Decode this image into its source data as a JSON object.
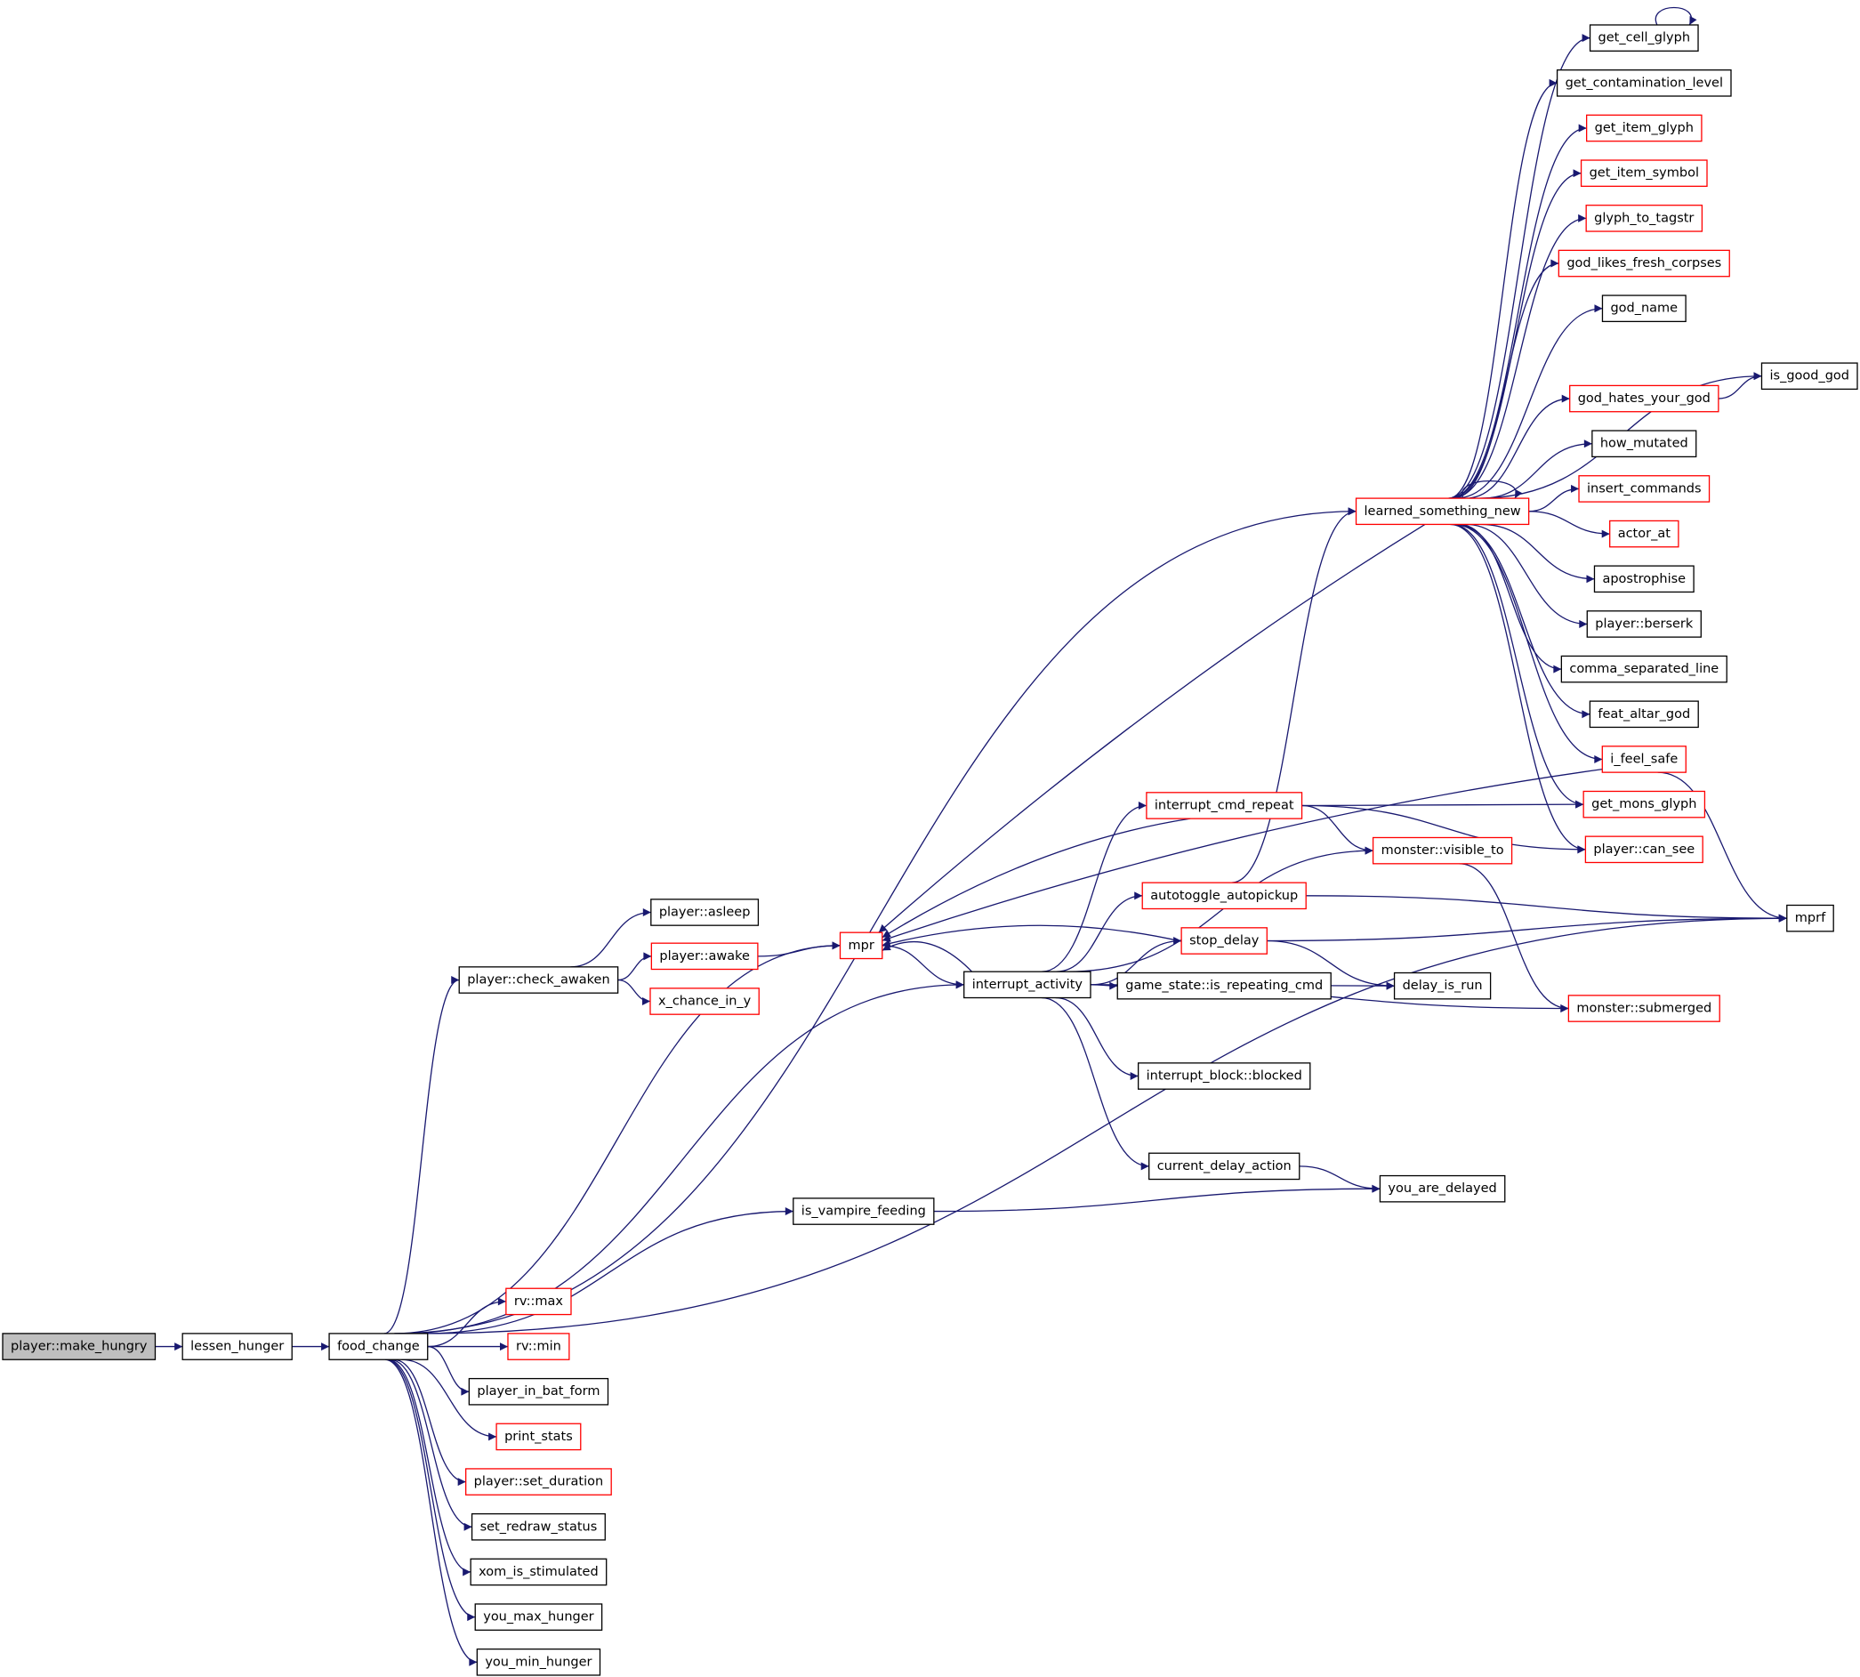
{
  "colors": {
    "edge": "#191970",
    "border_linked": "#000000",
    "border_external": "#ff0000",
    "root_fill": "#bfbfbf",
    "background": "#ffffff"
  },
  "nodes": [
    {
      "id": "make_hungry",
      "label": "player::make_hungry",
      "style": "root"
    },
    {
      "id": "lessen_hunger",
      "label": "lessen_hunger",
      "style": "black"
    },
    {
      "id": "food_change",
      "label": "food_change",
      "style": "black"
    },
    {
      "id": "check_awaken",
      "label": "player::check_awaken",
      "style": "black"
    },
    {
      "id": "asleep",
      "label": "player::asleep",
      "style": "black"
    },
    {
      "id": "awake",
      "label": "player::awake",
      "style": "red"
    },
    {
      "id": "x_chance_in_y",
      "label": "x_chance_in_y",
      "style": "red"
    },
    {
      "id": "mpr",
      "label": "mpr",
      "style": "red"
    },
    {
      "id": "interrupt_activity",
      "label": "interrupt_activity",
      "style": "black"
    },
    {
      "id": "is_vampire_feeding",
      "label": "is_vampire_feeding",
      "style": "black"
    },
    {
      "id": "rv_max",
      "label": "rv::max",
      "style": "red"
    },
    {
      "id": "rv_min",
      "label": "rv::min",
      "style": "red"
    },
    {
      "id": "player_in_bat_form",
      "label": "player_in_bat_form",
      "style": "black"
    },
    {
      "id": "print_stats",
      "label": "print_stats",
      "style": "red"
    },
    {
      "id": "set_duration",
      "label": "player::set_duration",
      "style": "red"
    },
    {
      "id": "set_redraw_status",
      "label": "set_redraw_status",
      "style": "black"
    },
    {
      "id": "xom_is_stimulated",
      "label": "xom_is_stimulated",
      "style": "black"
    },
    {
      "id": "you_max_hunger",
      "label": "you_max_hunger",
      "style": "black"
    },
    {
      "id": "you_min_hunger",
      "label": "you_min_hunger",
      "style": "black"
    },
    {
      "id": "learned_something_new",
      "label": "learned_something_new",
      "style": "red"
    },
    {
      "id": "interrupt_cmd_repeat",
      "label": "interrupt_cmd_repeat",
      "style": "red"
    },
    {
      "id": "autotoggle_autopickup",
      "label": "autotoggle_autopickup",
      "style": "red"
    },
    {
      "id": "stop_delay",
      "label": "stop_delay",
      "style": "red"
    },
    {
      "id": "is_repeating_cmd",
      "label": "game_state::is_repeating_cmd",
      "style": "black"
    },
    {
      "id": "blocked",
      "label": "interrupt_block::blocked",
      "style": "black"
    },
    {
      "id": "current_delay_action",
      "label": "current_delay_action",
      "style": "black"
    },
    {
      "id": "monster_visible_to",
      "label": "monster::visible_to",
      "style": "red"
    },
    {
      "id": "delay_is_run",
      "label": "delay_is_run",
      "style": "black"
    },
    {
      "id": "you_are_delayed",
      "label": "you_are_delayed",
      "style": "black"
    },
    {
      "id": "get_cell_glyph",
      "label": "get_cell_glyph",
      "style": "black"
    },
    {
      "id": "get_contamination_level",
      "label": "get_contamination_level",
      "style": "black"
    },
    {
      "id": "get_item_glyph",
      "label": "get_item_glyph",
      "style": "red"
    },
    {
      "id": "get_item_symbol",
      "label": "get_item_symbol",
      "style": "red"
    },
    {
      "id": "glyph_to_tagstr",
      "label": "glyph_to_tagstr",
      "style": "red"
    },
    {
      "id": "god_likes_fresh_corpses",
      "label": "god_likes_fresh_corpses",
      "style": "red"
    },
    {
      "id": "god_name",
      "label": "god_name",
      "style": "black"
    },
    {
      "id": "god_hates_your_god",
      "label": "god_hates_your_god",
      "style": "red"
    },
    {
      "id": "is_good_god",
      "label": "is_good_god",
      "style": "black"
    },
    {
      "id": "how_mutated",
      "label": "how_mutated",
      "style": "black"
    },
    {
      "id": "insert_commands",
      "label": "insert_commands",
      "style": "red"
    },
    {
      "id": "actor_at",
      "label": "actor_at",
      "style": "red"
    },
    {
      "id": "apostrophise",
      "label": "apostrophise",
      "style": "black"
    },
    {
      "id": "berserk",
      "label": "player::berserk",
      "style": "black"
    },
    {
      "id": "comma_separated_line",
      "label": "comma_separated_line",
      "style": "black"
    },
    {
      "id": "feat_altar_god",
      "label": "feat_altar_god",
      "style": "black"
    },
    {
      "id": "i_feel_safe",
      "label": "i_feel_safe",
      "style": "red"
    },
    {
      "id": "get_mons_glyph",
      "label": "get_mons_glyph",
      "style": "red"
    },
    {
      "id": "player_can_see",
      "label": "player::can_see",
      "style": "red"
    },
    {
      "id": "mprf",
      "label": "mprf",
      "style": "black"
    },
    {
      "id": "monster_submerged",
      "label": "monster::submerged",
      "style": "red"
    }
  ],
  "edges": [
    [
      "make_hungry",
      "lessen_hunger"
    ],
    [
      "lessen_hunger",
      "food_change"
    ],
    [
      "food_change",
      "check_awaken"
    ],
    [
      "food_change",
      "mpr"
    ],
    [
      "food_change",
      "interrupt_activity"
    ],
    [
      "food_change",
      "is_vampire_feeding"
    ],
    [
      "food_change",
      "learned_something_new"
    ],
    [
      "food_change",
      "mprf"
    ],
    [
      "food_change",
      "rv_max"
    ],
    [
      "food_change",
      "rv_min"
    ],
    [
      "food_change",
      "player_in_bat_form"
    ],
    [
      "food_change",
      "print_stats"
    ],
    [
      "food_change",
      "set_duration"
    ],
    [
      "food_change",
      "set_redraw_status"
    ],
    [
      "food_change",
      "xom_is_stimulated"
    ],
    [
      "food_change",
      "you_max_hunger"
    ],
    [
      "food_change",
      "you_min_hunger"
    ],
    [
      "check_awaken",
      "asleep"
    ],
    [
      "check_awaken",
      "awake"
    ],
    [
      "check_awaken",
      "x_chance_in_y"
    ],
    [
      "awake",
      "mpr"
    ],
    [
      "mpr",
      "interrupt_activity"
    ],
    [
      "interrupt_activity",
      "mpr"
    ],
    [
      "interrupt_activity",
      "interrupt_cmd_repeat"
    ],
    [
      "interrupt_activity",
      "autotoggle_autopickup"
    ],
    [
      "interrupt_activity",
      "stop_delay"
    ],
    [
      "interrupt_activity",
      "is_repeating_cmd"
    ],
    [
      "interrupt_activity",
      "blocked"
    ],
    [
      "interrupt_activity",
      "current_delay_action"
    ],
    [
      "interrupt_activity",
      "monster_visible_to"
    ],
    [
      "interrupt_activity",
      "delay_is_run"
    ],
    [
      "interrupt_activity",
      "monster_submerged"
    ],
    [
      "interrupt_cmd_repeat",
      "mpr"
    ],
    [
      "interrupt_cmd_repeat",
      "monster_visible_to"
    ],
    [
      "interrupt_cmd_repeat",
      "get_mons_glyph"
    ],
    [
      "interrupt_cmd_repeat",
      "player_can_see"
    ],
    [
      "autotoggle_autopickup",
      "learned_something_new"
    ],
    [
      "autotoggle_autopickup",
      "mprf"
    ],
    [
      "stop_delay",
      "mpr"
    ],
    [
      "stop_delay",
      "delay_is_run"
    ],
    [
      "stop_delay",
      "mprf"
    ],
    [
      "current_delay_action",
      "you_are_delayed"
    ],
    [
      "is_vampire_feeding",
      "you_are_delayed"
    ],
    [
      "monster_visible_to",
      "monster_submerged"
    ],
    [
      "learned_something_new",
      "mpr"
    ],
    [
      "learned_something_new",
      "learned_something_new"
    ],
    [
      "learned_something_new",
      "get_cell_glyph"
    ],
    [
      "learned_something_new",
      "get_contamination_level"
    ],
    [
      "learned_something_new",
      "get_item_glyph"
    ],
    [
      "learned_something_new",
      "get_item_symbol"
    ],
    [
      "learned_something_new",
      "glyph_to_tagstr"
    ],
    [
      "learned_something_new",
      "god_likes_fresh_corpses"
    ],
    [
      "learned_something_new",
      "god_name"
    ],
    [
      "learned_something_new",
      "is_good_god"
    ],
    [
      "learned_something_new",
      "god_hates_your_god"
    ],
    [
      "learned_something_new",
      "how_mutated"
    ],
    [
      "learned_something_new",
      "insert_commands"
    ],
    [
      "learned_something_new",
      "actor_at"
    ],
    [
      "learned_something_new",
      "apostrophise"
    ],
    [
      "learned_something_new",
      "berserk"
    ],
    [
      "learned_something_new",
      "comma_separated_line"
    ],
    [
      "learned_something_new",
      "feat_altar_god"
    ],
    [
      "learned_something_new",
      "i_feel_safe"
    ],
    [
      "learned_something_new",
      "get_mons_glyph"
    ],
    [
      "learned_something_new",
      "player_can_see"
    ],
    [
      "get_cell_glyph",
      "get_cell_glyph"
    ],
    [
      "god_hates_your_god",
      "is_good_god"
    ],
    [
      "i_feel_safe",
      "mpr"
    ],
    [
      "i_feel_safe",
      "mprf"
    ]
  ]
}
